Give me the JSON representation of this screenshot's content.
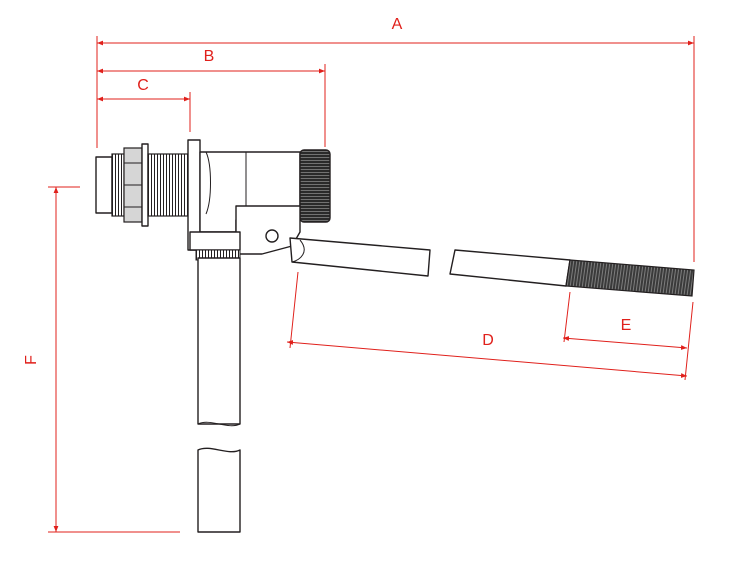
{
  "dimensions": {
    "A": "A",
    "B": "B",
    "C": "C",
    "D": "D",
    "E": "E",
    "F": "F"
  },
  "colors": {
    "dimension": "#e0201b",
    "outline": "#231f20"
  }
}
